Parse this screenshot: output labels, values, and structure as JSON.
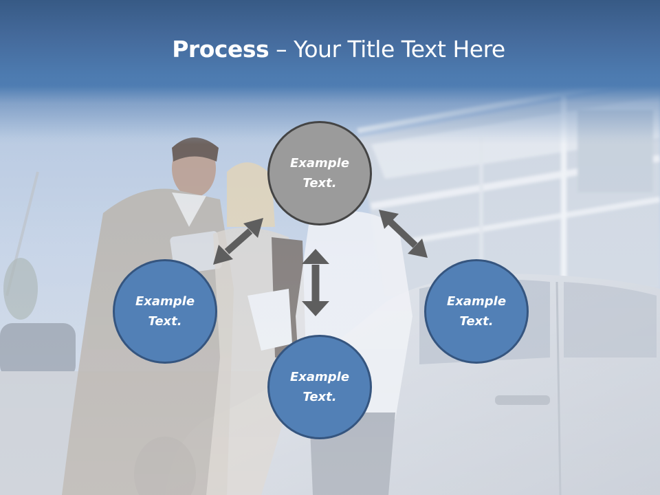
{
  "slide": {
    "title_bold": "Process",
    "title_rest": " – Your Title Text Here"
  },
  "diagram": {
    "type": "cycle-hub",
    "nodes": [
      {
        "id": "top",
        "line1": "Example",
        "line2": "Text.",
        "color": "#9b9b9b"
      },
      {
        "id": "left",
        "line1": "Example",
        "line2": "Text.",
        "color": "#5280b6"
      },
      {
        "id": "right",
        "line1": "Example",
        "line2": "Text.",
        "color": "#5280b6"
      },
      {
        "id": "bottom",
        "line1": "Example",
        "line2": "Text.",
        "color": "#5280b6"
      }
    ],
    "arrows": [
      {
        "between": [
          "left",
          "top"
        ],
        "kind": "double-headed"
      },
      {
        "between": [
          "top",
          "right"
        ],
        "kind": "double-headed"
      },
      {
        "between": [
          "top",
          "bottom"
        ],
        "kind": "double-headed"
      }
    ],
    "arrow_color": "#5e5e5e"
  },
  "colors": {
    "header": "#4d7bb0",
    "accent_blue": "#5280b6",
    "accent_gray": "#9b9b9b"
  }
}
